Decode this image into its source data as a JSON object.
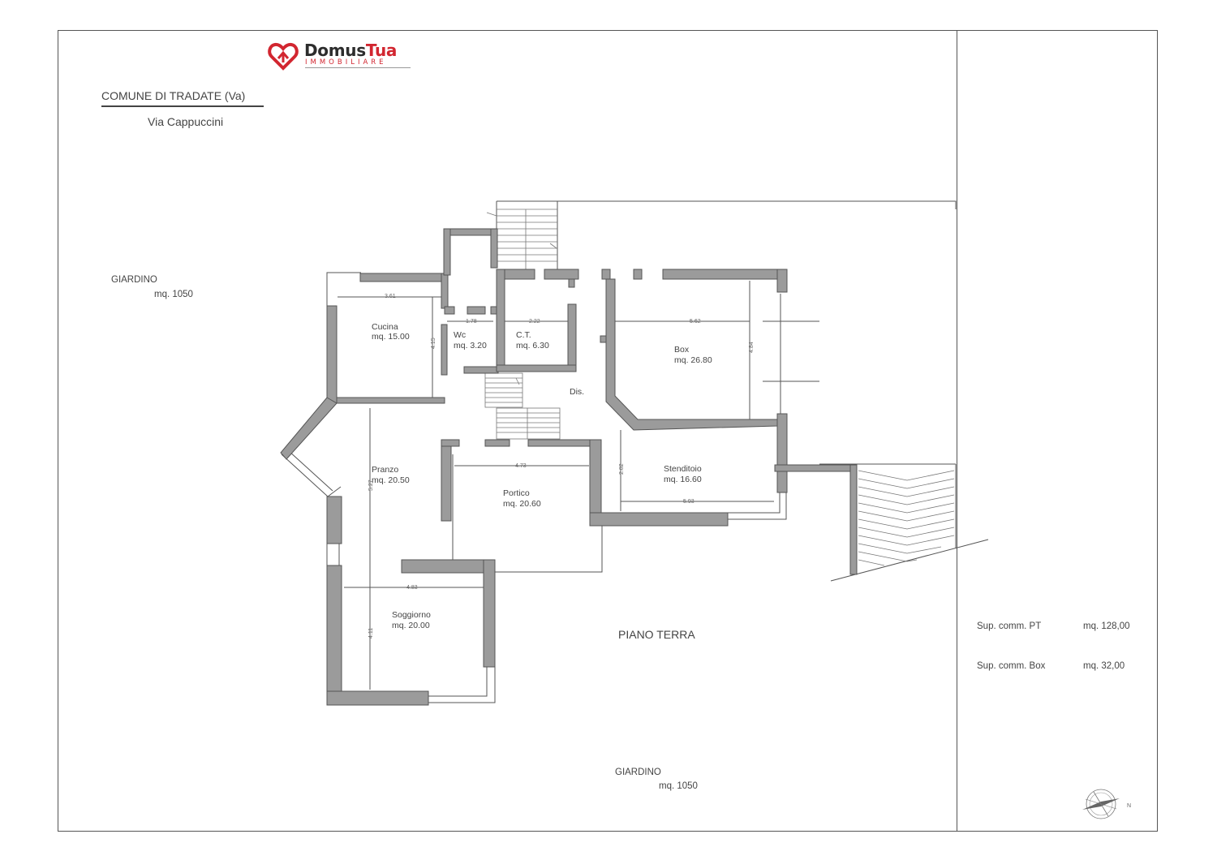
{
  "brand": {
    "name_part1": "Domus",
    "name_part2": "Tua",
    "tagline": "IMMOBILIARE",
    "color": "#d22630"
  },
  "location": {
    "comune": "COMUNE DI  TRADATE (Va)",
    "street": "Via Cappuccini"
  },
  "gardens": [
    {
      "label": "GIARDINO",
      "area": "mq. 1050"
    },
    {
      "label": "GIARDINO",
      "area": "mq. 1050"
    }
  ],
  "floor_label": "PIANO TERRA",
  "rooms": {
    "cucina": {
      "name": "Cucina",
      "area": "mq. 15.00"
    },
    "wc": {
      "name": "Wc",
      "area": "mq. 3.20"
    },
    "ct": {
      "name": "C.T.",
      "area": "mq. 6.30"
    },
    "box": {
      "name": "Box",
      "area": "mq. 26.80"
    },
    "dis": {
      "name": "Dis."
    },
    "pranzo": {
      "name": "Pranzo",
      "area": "mq. 20.50"
    },
    "portico": {
      "name": "Portico",
      "area": "mq. 20.60"
    },
    "stenditoio": {
      "name": "Stenditoio",
      "area": "mq. 16.60"
    },
    "soggiorno": {
      "name": "Soggiorno",
      "area": "mq. 20.00"
    }
  },
  "dimensions": {
    "cucina_w": "3.61",
    "cucina_h": "4.15",
    "wc_w": "1.78",
    "ct_w": "2.22",
    "box_w": "5.62",
    "box_h": "4.84",
    "portico_w": "4.73",
    "stend_h": "2.82",
    "stend_w": "5.93",
    "pranzo_h": "5.27",
    "sogg_w": "4.83",
    "sogg_h": "4.11"
  },
  "surfaces": [
    {
      "label": "Sup. comm. PT",
      "value": "mq. 128,00"
    },
    {
      "label": "Sup. comm. Box",
      "value": "mq. 32,00"
    }
  ],
  "compass": {
    "north": "N"
  },
  "colors": {
    "wall": "#9b9b9b",
    "wall_stroke": "#555555",
    "line": "#555555"
  }
}
